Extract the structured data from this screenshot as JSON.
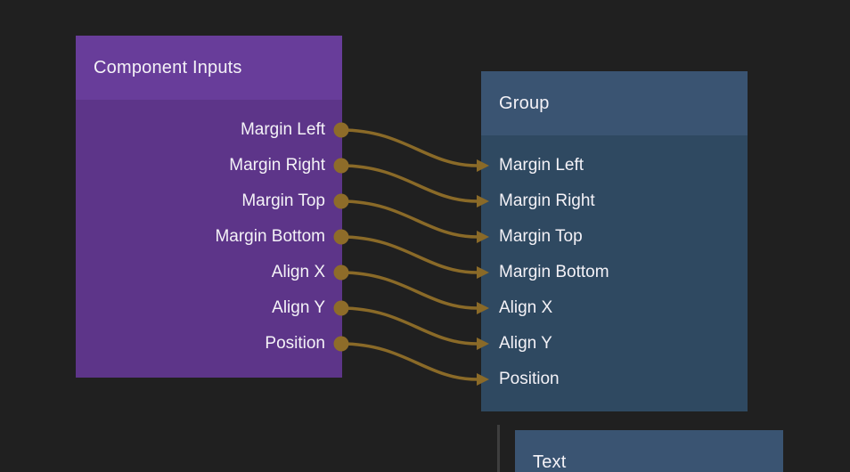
{
  "editor": {
    "background": "#202020",
    "text_color": "#F4F2F7",
    "wire_color": "#8A6A28",
    "port_color": "#8E6C29",
    "secondary_wire_color": "#3E3E3E"
  },
  "nodes": {
    "component_inputs": {
      "title": "Component Inputs",
      "header_color": "#683D9A",
      "body_color": "#5D3589",
      "port_side": "output",
      "ports": [
        "Margin Left",
        "Margin Right",
        "Margin Top",
        "Margin Bottom",
        "Align X",
        "Align Y",
        "Position"
      ]
    },
    "group": {
      "title": "Group",
      "header_color": "#3A5472",
      "body_color": "#2F4961",
      "port_side": "input",
      "ports": [
        "Margin Left",
        "Margin Right",
        "Margin Top",
        "Margin Bottom",
        "Align X",
        "Align Y",
        "Position"
      ]
    },
    "text": {
      "title": "Text",
      "header_color": "#3A5472"
    }
  },
  "connections": [
    {
      "from_port": "Margin Left",
      "to_port": "Margin Left",
      "from_index": 0,
      "to_index": 0
    },
    {
      "from_port": "Margin Right",
      "to_port": "Margin Right",
      "from_index": 1,
      "to_index": 1
    },
    {
      "from_port": "Margin Top",
      "to_port": "Margin Top",
      "from_index": 2,
      "to_index": 2
    },
    {
      "from_port": "Margin Bottom",
      "to_port": "Margin Bottom",
      "from_index": 3,
      "to_index": 3
    },
    {
      "from_port": "Align X",
      "to_port": "Align X",
      "from_index": 4,
      "to_index": 4
    },
    {
      "from_port": "Align Y",
      "to_port": "Align Y",
      "from_index": 5,
      "to_index": 5
    },
    {
      "from_port": "Position",
      "to_port": "Position",
      "from_index": 6,
      "to_index": 6
    }
  ]
}
